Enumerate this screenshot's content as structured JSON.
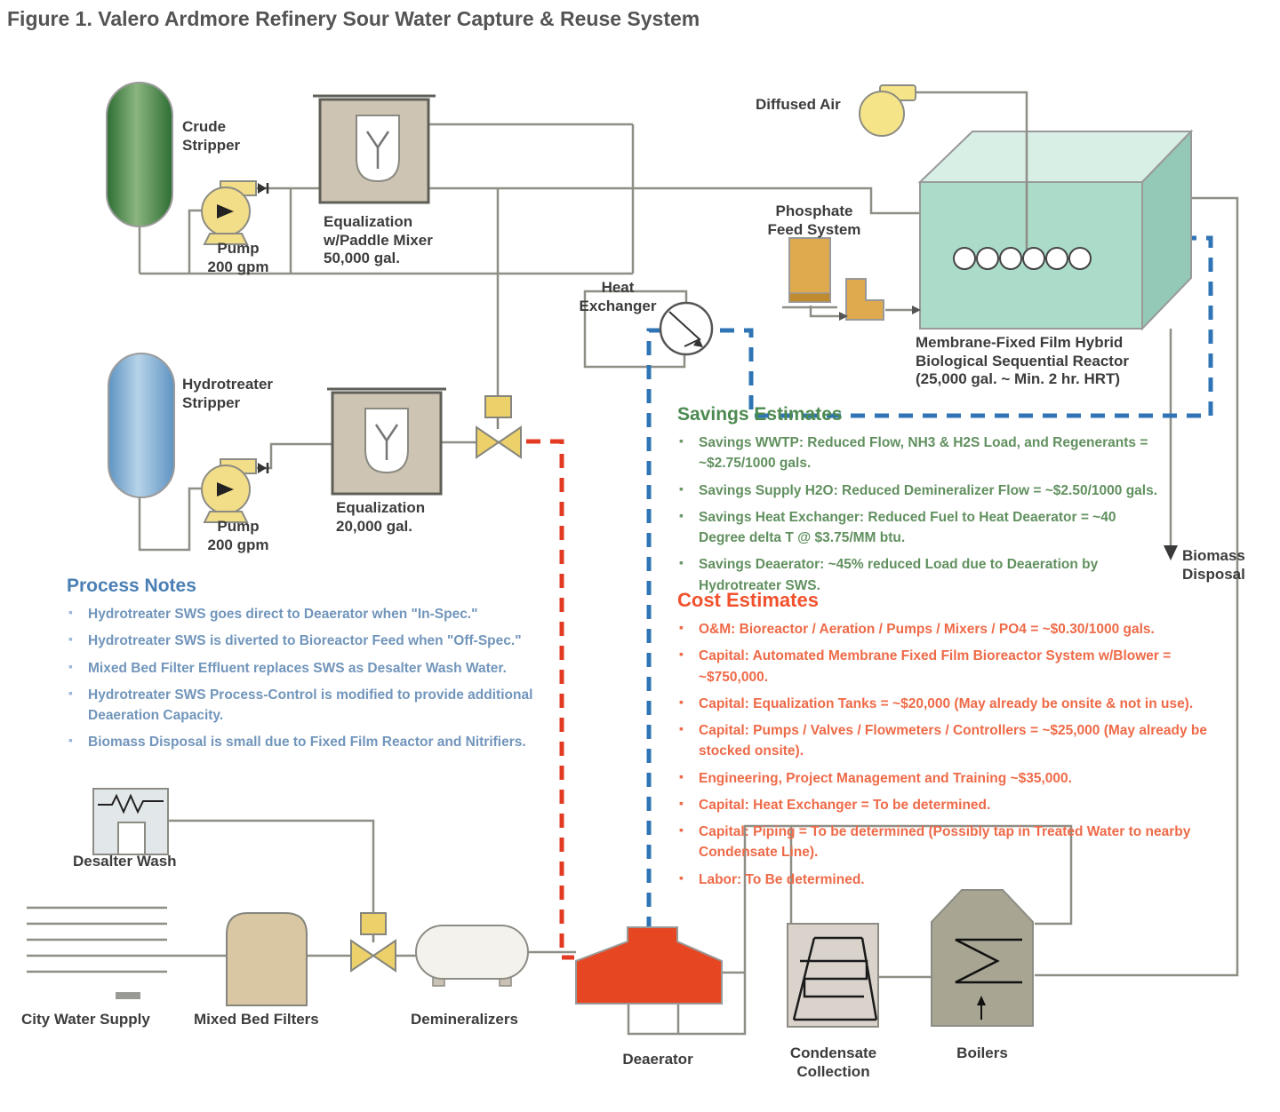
{
  "title": "Figure 1. Valero Ardmore Refinery Sour Water Capture & Reuse System",
  "equipment_labels": {
    "crude_stripper": "Crude\nStripper",
    "pump_crude": "Pump\n200 gpm",
    "equalization_mixer": "Equalization\nw/Paddle Mixer\n50,000 gal.",
    "hydrotreater_stripper": "Hydrotreater\nStripper",
    "pump_hydrotreater": "Pump\n200 gpm",
    "equalization": "Equalization\n20,000 gal.",
    "heat_exchanger": "Heat\nExchanger",
    "diffused_air": "Diffused Air",
    "phosphate_feed": "Phosphate\nFeed System",
    "bioreactor": "Membrane-Fixed Film Hybrid\nBiological Sequential Reactor\n(25,000 gal. ~ Min. 2 hr. HRT)",
    "biomass_disposal": "Biomass\nDisposal",
    "desalter_wash": "Desalter Wash",
    "city_water": "City Water Supply",
    "mixed_bed_filters": "Mixed Bed Filters",
    "demineralizers": "Demineralizers",
    "deaerator": "Deaerator",
    "condensate_collection": "Condensate\nCollection",
    "boilers": "Boilers"
  },
  "process_notes": {
    "heading": "Process Notes",
    "items": [
      "Hydrotreater SWS goes direct to Deaerator when \"In-Spec.\"",
      "Hydrotreater SWS is diverted to Bioreactor Feed when \"Off-Spec.\"",
      "Mixed Bed Filter Effluent replaces SWS as Desalter Wash Water.",
      "Hydrotreater SWS Process-Control is modified to provide additional Deaeration Capacity.",
      "Biomass Disposal is small due to Fixed Film Reactor and Nitrifiers."
    ]
  },
  "savings_estimates": {
    "heading": "Savings Estimates",
    "items": [
      "Savings WWTP: Reduced Flow, NH3 & H2S Load, and Regenerants = ~$2.75/1000 gals.",
      "Savings Supply H2O: Reduced Demineralizer Flow = ~$2.50/1000 gals.",
      "Savings Heat Exchanger: Reduced Fuel to Heat Deaerator = ~40 Degree delta T @ $3.75/MM btu.",
      "Savings Deaerator: ~45% reduced Load due to Deaeration by Hydrotreater SWS."
    ]
  },
  "cost_estimates": {
    "heading": "Cost Estimates",
    "items": [
      "O&M: Bioreactor / Aeration / Pumps / Mixers / PO4 = ~$0.30/1000 gals.",
      "Capital: Automated Membrane Fixed Film Bioreactor System w/Blower = ~$750,000.",
      "Capital: Equalization Tanks = ~$20,000 (May already be onsite & not in use).",
      "Capital: Pumps / Valves / Flowmeters / Controllers = ~$25,000 (May already be stocked onsite).",
      "Engineering, Project Management and Training ~$35,000.",
      "Capital: Heat Exchanger = To be determined.",
      "Capital: Piping = To be determined (Possibly tap in Treated Water to nearby Condensate Line).",
      "Labor: To Be determined."
    ]
  },
  "colors": {
    "pipe_gray": "#8e8e86",
    "treated_water_dash_blue": "#2f74b4",
    "offspec_dash_red": "#e23a23",
    "process_notes_blue": "#4a7fb5",
    "savings_green": "#4c8a50",
    "cost_red": "#f1512c",
    "vessel_green": "#2d6e33",
    "vessel_blue": "#5e93c2",
    "tank_tan": "#cdc4b3",
    "pump_yellow": "#f2dd88",
    "reactor_teal": "#abdcc9",
    "deaerator_red": "#e64722"
  }
}
